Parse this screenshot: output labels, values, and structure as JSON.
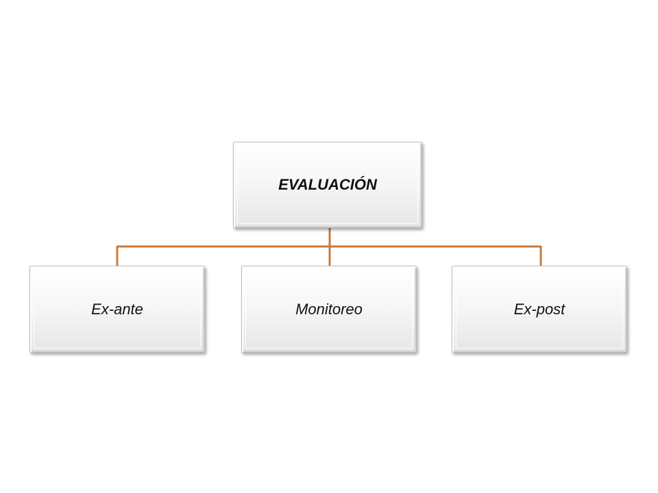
{
  "diagram": {
    "root": {
      "label": "EVALUACIÓN"
    },
    "children": [
      {
        "label": "Ex-ante"
      },
      {
        "label": "Monitoreo"
      },
      {
        "label": "Ex-post"
      }
    ]
  },
  "colors": {
    "connector": "#C97A3C",
    "box_border": "#BDBDBD",
    "text": "#111111"
  }
}
